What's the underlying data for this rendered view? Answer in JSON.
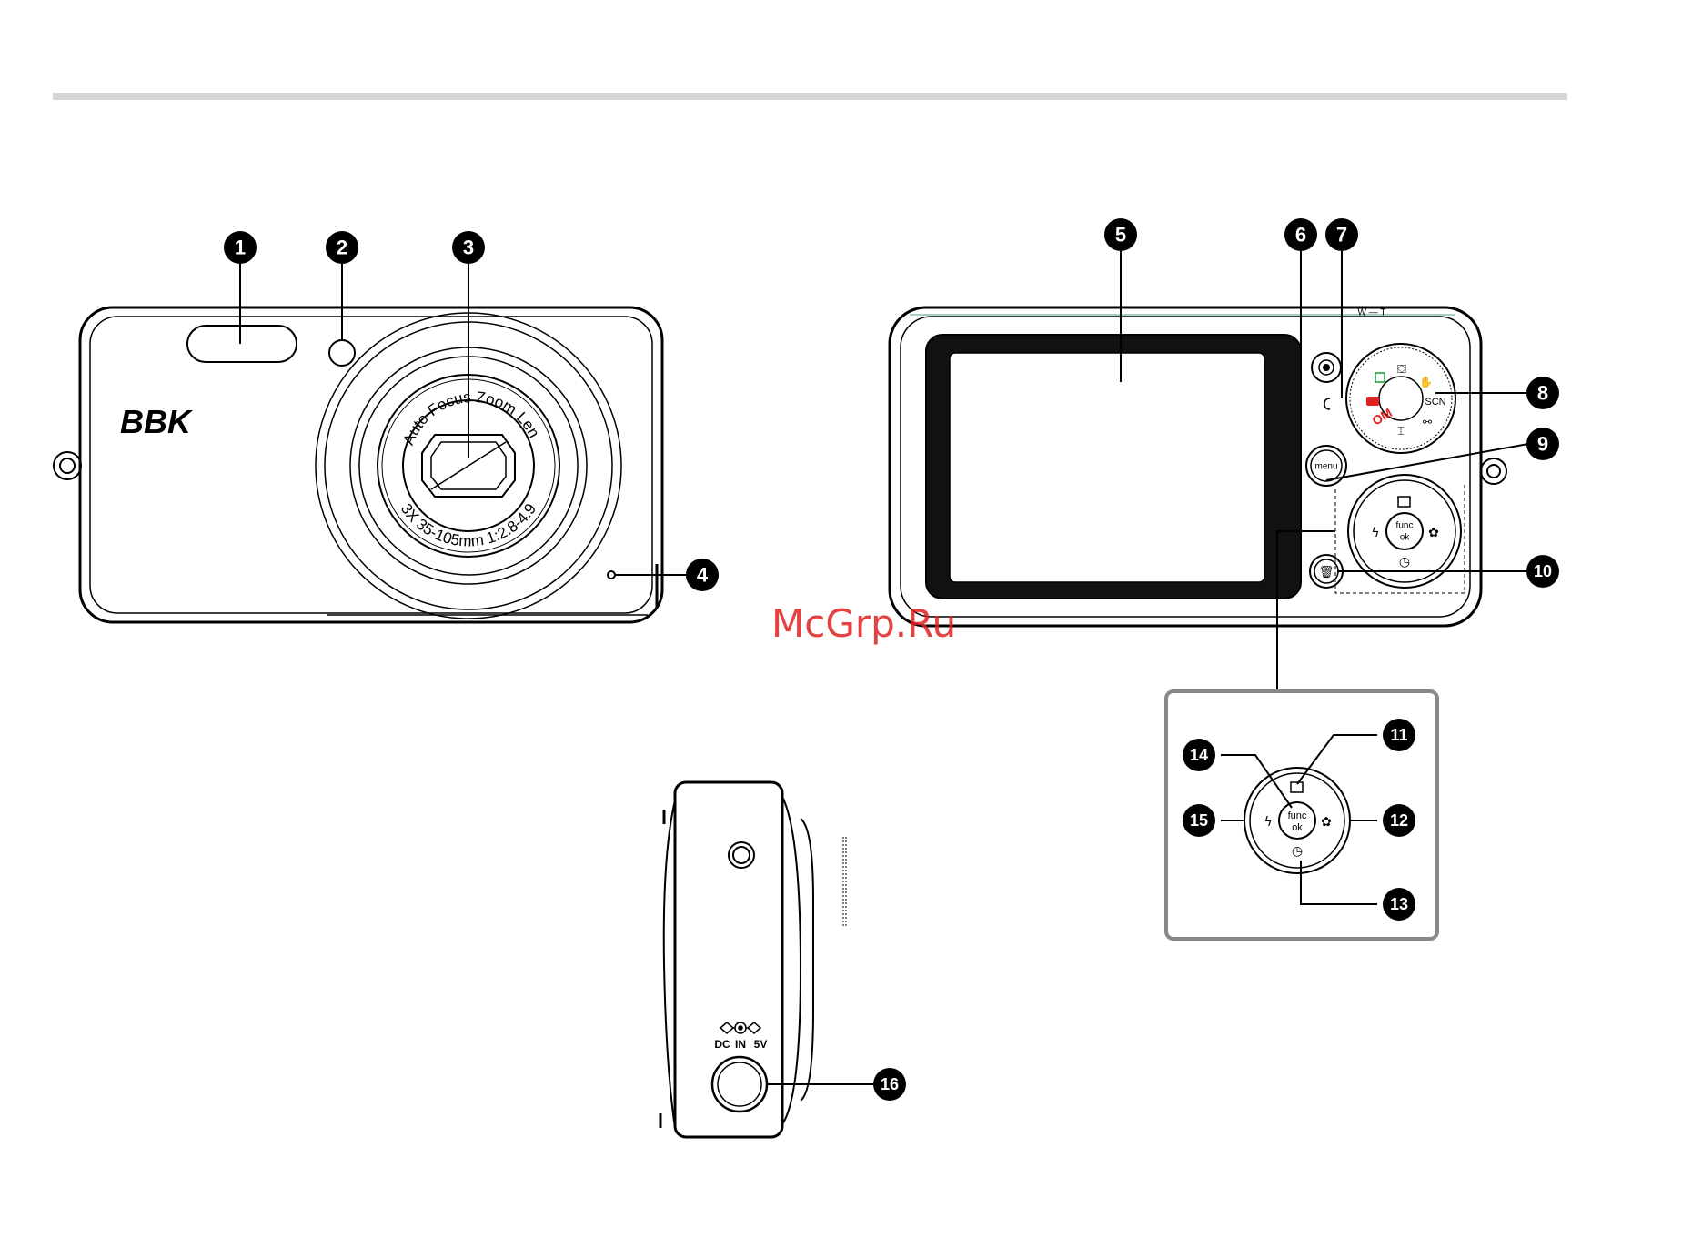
{
  "brand_logo": "BBK",
  "lens_ring_top": "Auto Focus Zoom Lens",
  "lens_ring_bottom": "3X 35-105mm 1:2.8-4.9",
  "buttons": {
    "menu": "menu",
    "func_line1": "func",
    "func_line2": "ok"
  },
  "mode_dial": {
    "scene": "SCN"
  },
  "dc_in": {
    "left": "DC",
    "middle": "IN",
    "right": "5V"
  },
  "zoom_indicator": "W — T",
  "watermark": "McGrp.Ru",
  "markers": [
    "1",
    "2",
    "3",
    "4",
    "5",
    "6",
    "7",
    "8",
    "9",
    "10",
    "11",
    "12",
    "13",
    "14",
    "15",
    "16"
  ],
  "colors": {
    "outline": "#000000",
    "header_rule": "#d0d0d0",
    "marker_fill": "#000000",
    "mode_red": "#e02020",
    "mode_green": "#1a9a3a",
    "watermark": "#e02020",
    "callout_box": "#888888"
  }
}
